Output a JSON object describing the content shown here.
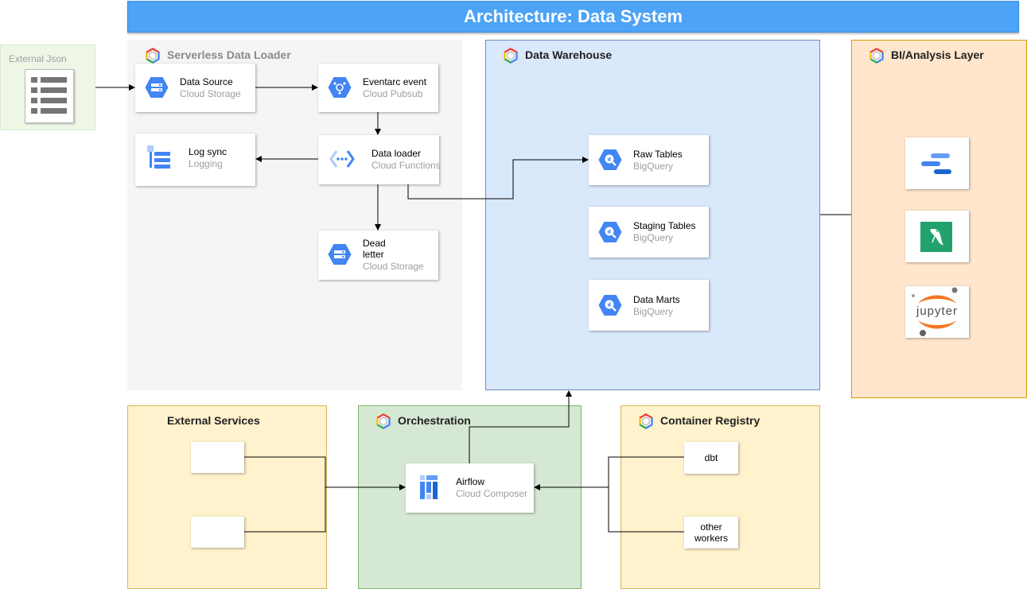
{
  "title": "Architecture: Data System",
  "external_json": {
    "label": "External Json",
    "icon": "document-list-icon"
  },
  "regions": {
    "serverless": {
      "title": "Serverless Data Loader",
      "color": "#f5f5f5"
    },
    "warehouse": {
      "title": "Data Warehouse",
      "color": "#dae8fc",
      "border": "#6c8ebf"
    },
    "bi": {
      "title": "BI/Analysis Layer",
      "color": "#ffe6cc",
      "border": "#d79b00"
    },
    "external_services": {
      "title": "External Services",
      "color": "#fff2cc",
      "border": "#d6b656"
    },
    "orchestration": {
      "title": "Orchestration",
      "color": "#d5e8d4",
      "border": "#82b366"
    },
    "registry": {
      "title": "Container Registry",
      "color": "#fff2cc",
      "border": "#d6b656"
    }
  },
  "nodes": {
    "data_source": {
      "name": "Data Source",
      "sub": "Cloud Storage",
      "icon": "cloud-storage-icon"
    },
    "eventarc": {
      "name": "Eventarc event",
      "sub": "Cloud Pubsub",
      "icon": "pubsub-icon"
    },
    "log_sync": {
      "name": "Log sync",
      "sub": "Logging",
      "icon": "logging-icon"
    },
    "data_loader": {
      "name": "Data loader",
      "sub": "Cloud Functions",
      "icon": "cloud-functions-icon"
    },
    "dead_letter": {
      "name": "Dead\nletter",
      "sub": "Cloud Storage",
      "icon": "cloud-storage-icon"
    },
    "raw_tables": {
      "name": "Raw Tables",
      "sub": "BigQuery",
      "icon": "bigquery-icon"
    },
    "staging_tables": {
      "name": "Staging Tables",
      "sub": "BigQuery",
      "icon": "bigquery-icon"
    },
    "data_marts": {
      "name": "Data Marts",
      "sub": "BigQuery",
      "icon": "bigquery-icon"
    },
    "airflow": {
      "name": "Airflow",
      "sub": "Cloud Composer",
      "icon": "cloud-composer-icon"
    },
    "dbt": {
      "name": "dbt"
    },
    "other_workers": {
      "name": "other\nworkers"
    }
  },
  "bi_tools": [
    {
      "icon": "looker-studio-icon"
    },
    {
      "icon": "metabase-icon"
    },
    {
      "icon": "jupyter-icon",
      "text": "jupyter"
    }
  ],
  "colors": {
    "gcp_blue": "#4285f4",
    "gcp_red": "#ea4335",
    "gcp_yellow": "#fbbc05",
    "gcp_green": "#34a853"
  }
}
